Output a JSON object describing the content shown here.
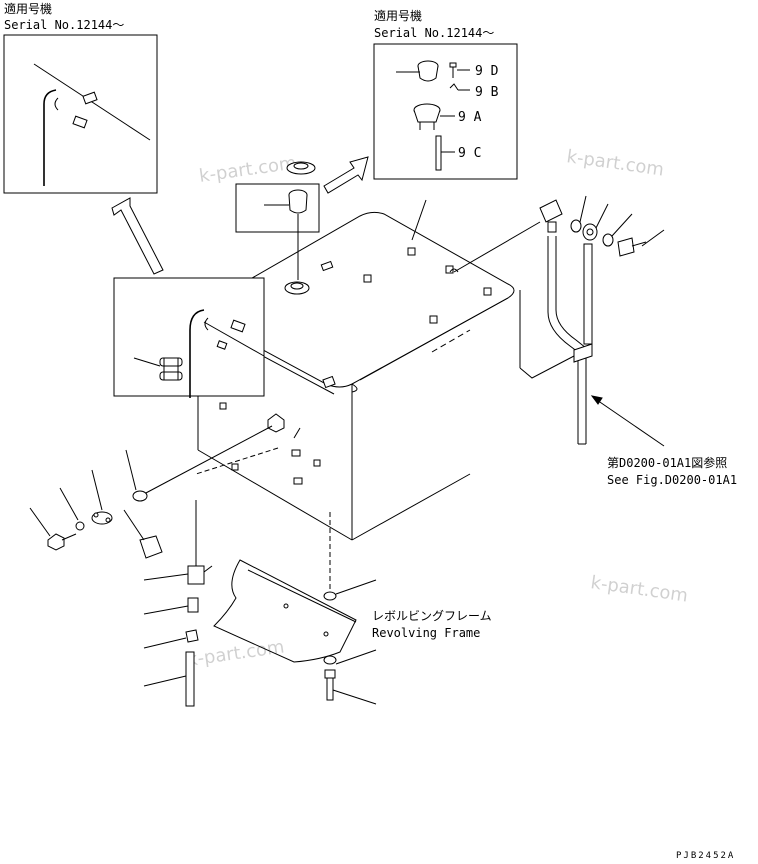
{
  "applicable_note_left": {
    "label_jp": "適用号機",
    "serial": "Serial No.12144～"
  },
  "applicable_note_right": {
    "label_jp": "適用号機",
    "serial": "Serial No.12144～"
  },
  "callouts": {
    "9D": "9 D",
    "9B": "9 B",
    "9A": "9 A",
    "9C": "9 C"
  },
  "reference": {
    "jp": "第D0200-01A1図参照",
    "en": "See Fig.D0200-01A1"
  },
  "frame_label": {
    "jp": "レボルビングフレーム",
    "en": "Revolving Frame"
  },
  "watermarks": [
    "k-part.com",
    "k-part.com",
    "k-part.com"
  ],
  "drawing_code": "PJB2452A"
}
